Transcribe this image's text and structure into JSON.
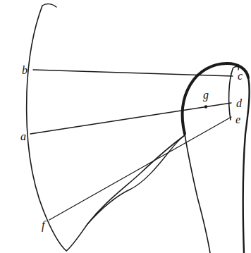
{
  "diagram": {
    "labels": [
      "b",
      "c",
      "d",
      "g",
      "a",
      "e",
      "f"
    ]
  }
}
